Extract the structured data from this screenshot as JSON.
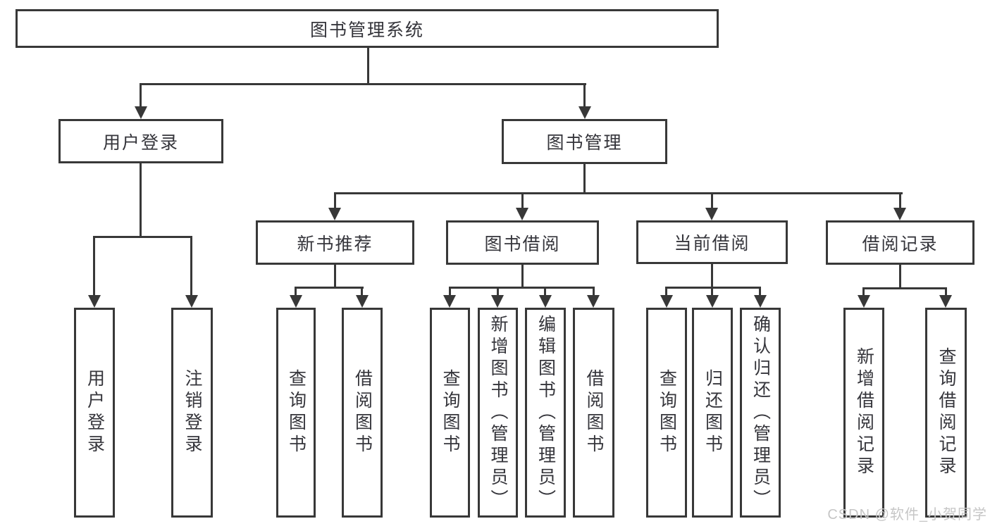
{
  "diagram": {
    "title": "图书管理系统",
    "root": {
      "label": "图书管理系统"
    },
    "level2": {
      "user_login": {
        "label": "用户登录"
      },
      "book_mgmt": {
        "label": "图书管理"
      }
    },
    "level3": {
      "new_book_rec": {
        "label": "新书推荐"
      },
      "book_borrow": {
        "label": "图书借阅"
      },
      "current_borrow": {
        "label": "当前借阅"
      },
      "borrow_record": {
        "label": "借阅记录"
      }
    },
    "leaves": {
      "user_login": {
        "label": "用户登录"
      },
      "logout": {
        "label": "注销登录"
      },
      "query_book_1": {
        "label": "查询图书"
      },
      "borrow_book_1": {
        "label": "借阅图书"
      },
      "query_book_2": {
        "label": "查询图书"
      },
      "add_book": {
        "label": "新增图书（管理员）"
      },
      "edit_book": {
        "label": "编辑图书（管理员）"
      },
      "borrow_book_2": {
        "label": "借阅图书"
      },
      "query_book_3": {
        "label": "查询图书"
      },
      "return_book": {
        "label": "归还图书"
      },
      "confirm_return": {
        "label": "确认归还（管理员）"
      },
      "add_record": {
        "label": "新增借阅记录"
      },
      "query_record": {
        "label": "查询借阅记录"
      }
    }
  },
  "watermark": {
    "text": "CSDN @软件_小贺同学"
  },
  "colors": {
    "line": "#383838",
    "box_border": "#383838",
    "box_fill": "#ffffff",
    "text": "#35353b",
    "watermark": "#c6c6c6",
    "background": "#ffffff"
  }
}
